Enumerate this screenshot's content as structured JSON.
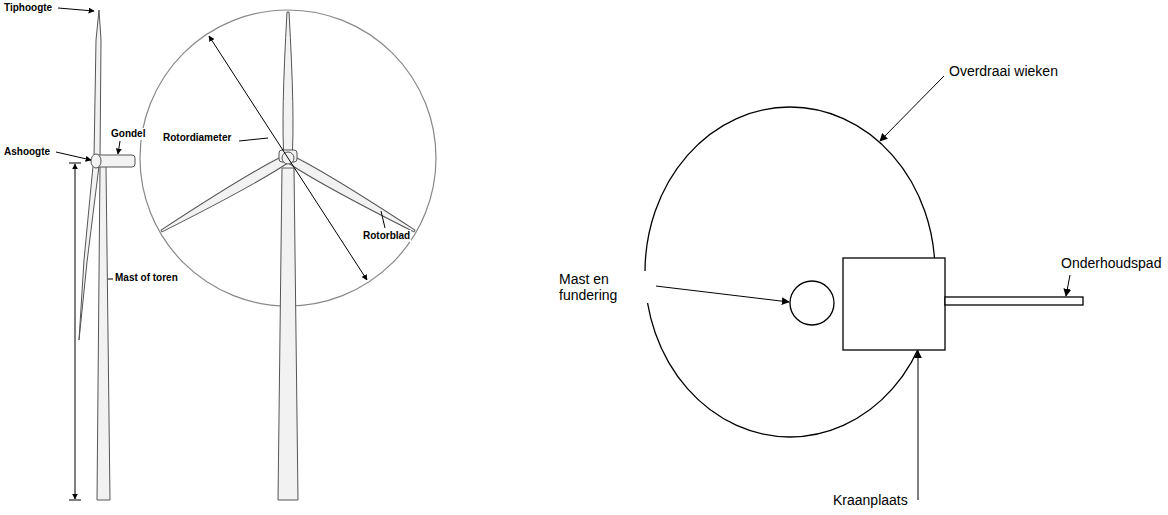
{
  "diagram": {
    "labels": [
      "Tiphoogte",
      "Gondel",
      "Ashoogte",
      "Rotordiameter",
      "Rotorblad",
      "Mast of toren",
      "Overdraai wieken",
      "Mast en fundering",
      "Onderhoudspad",
      "Kraanplaats"
    ]
  }
}
